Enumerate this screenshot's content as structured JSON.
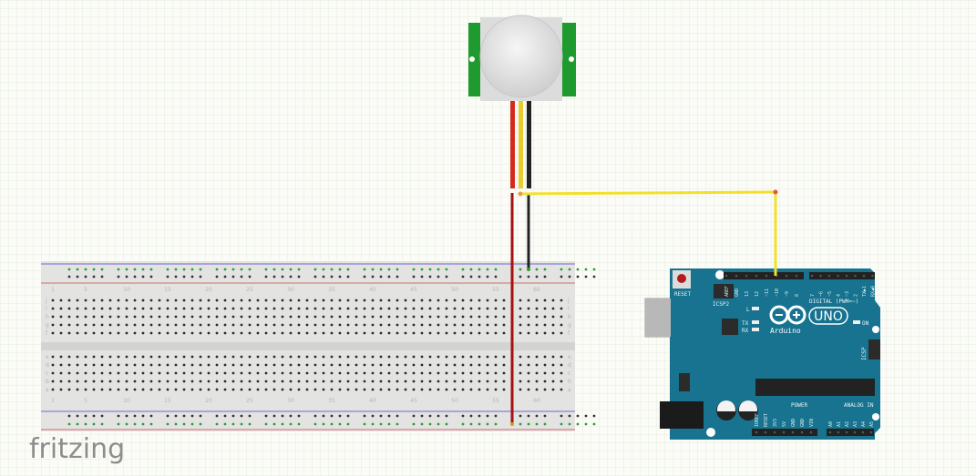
{
  "logo": {
    "text": "fritzing"
  },
  "colors": {
    "background": "#fbfcf7",
    "grid": "#dfe8d8",
    "breadboard": "#e3e3e1",
    "arduino": "#17738f",
    "pir_board": "#1e9a2e",
    "wire_red": "#b01515",
    "wire_yellow": "#f2e02a",
    "wire_black": "#222222",
    "rail_blue": "#6b6bd6",
    "rail_red": "#d46b6b",
    "rail_hole_green": "#2f9a3c"
  },
  "breadboard": {
    "column_labels": [
      "1",
      "5",
      "10",
      "15",
      "20",
      "25",
      "30",
      "35",
      "40",
      "45",
      "50",
      "55",
      "60"
    ],
    "top_row_labels": [
      "j",
      "i",
      "h",
      "g",
      "f"
    ],
    "bottom_row_labels": [
      "e",
      "d",
      "c",
      "b",
      "a"
    ]
  },
  "arduino": {
    "reset_label": "RESET",
    "icsp2_label": "ICSP2",
    "icsp_label": "ICSP",
    "led_l": "L",
    "led_tx": "TX",
    "led_rx": "RX",
    "on_label": "ON",
    "brand": "Arduino",
    "model": "UNO",
    "digital_label": "DIGITAL (PWM=~)",
    "power_label": "POWER",
    "analog_label": "ANALOG IN",
    "digital_pins_left": [
      "AREF",
      "GND",
      "13",
      "12",
      "~11",
      "~10",
      "~9",
      "8"
    ],
    "digital_pins_right": [
      "7",
      "~6",
      "~5",
      "4",
      "~3",
      "2",
      "TX▶1",
      "RX◀0"
    ],
    "power_pins": [
      "IOREF",
      "RESET",
      "3V3",
      "5V",
      "GND",
      "GND",
      "VIN"
    ],
    "analog_pins": [
      "A0",
      "A1",
      "A2",
      "A3",
      "A4",
      "A5"
    ]
  },
  "pir_sensor": {
    "wires": [
      "red",
      "yellow",
      "black"
    ]
  }
}
